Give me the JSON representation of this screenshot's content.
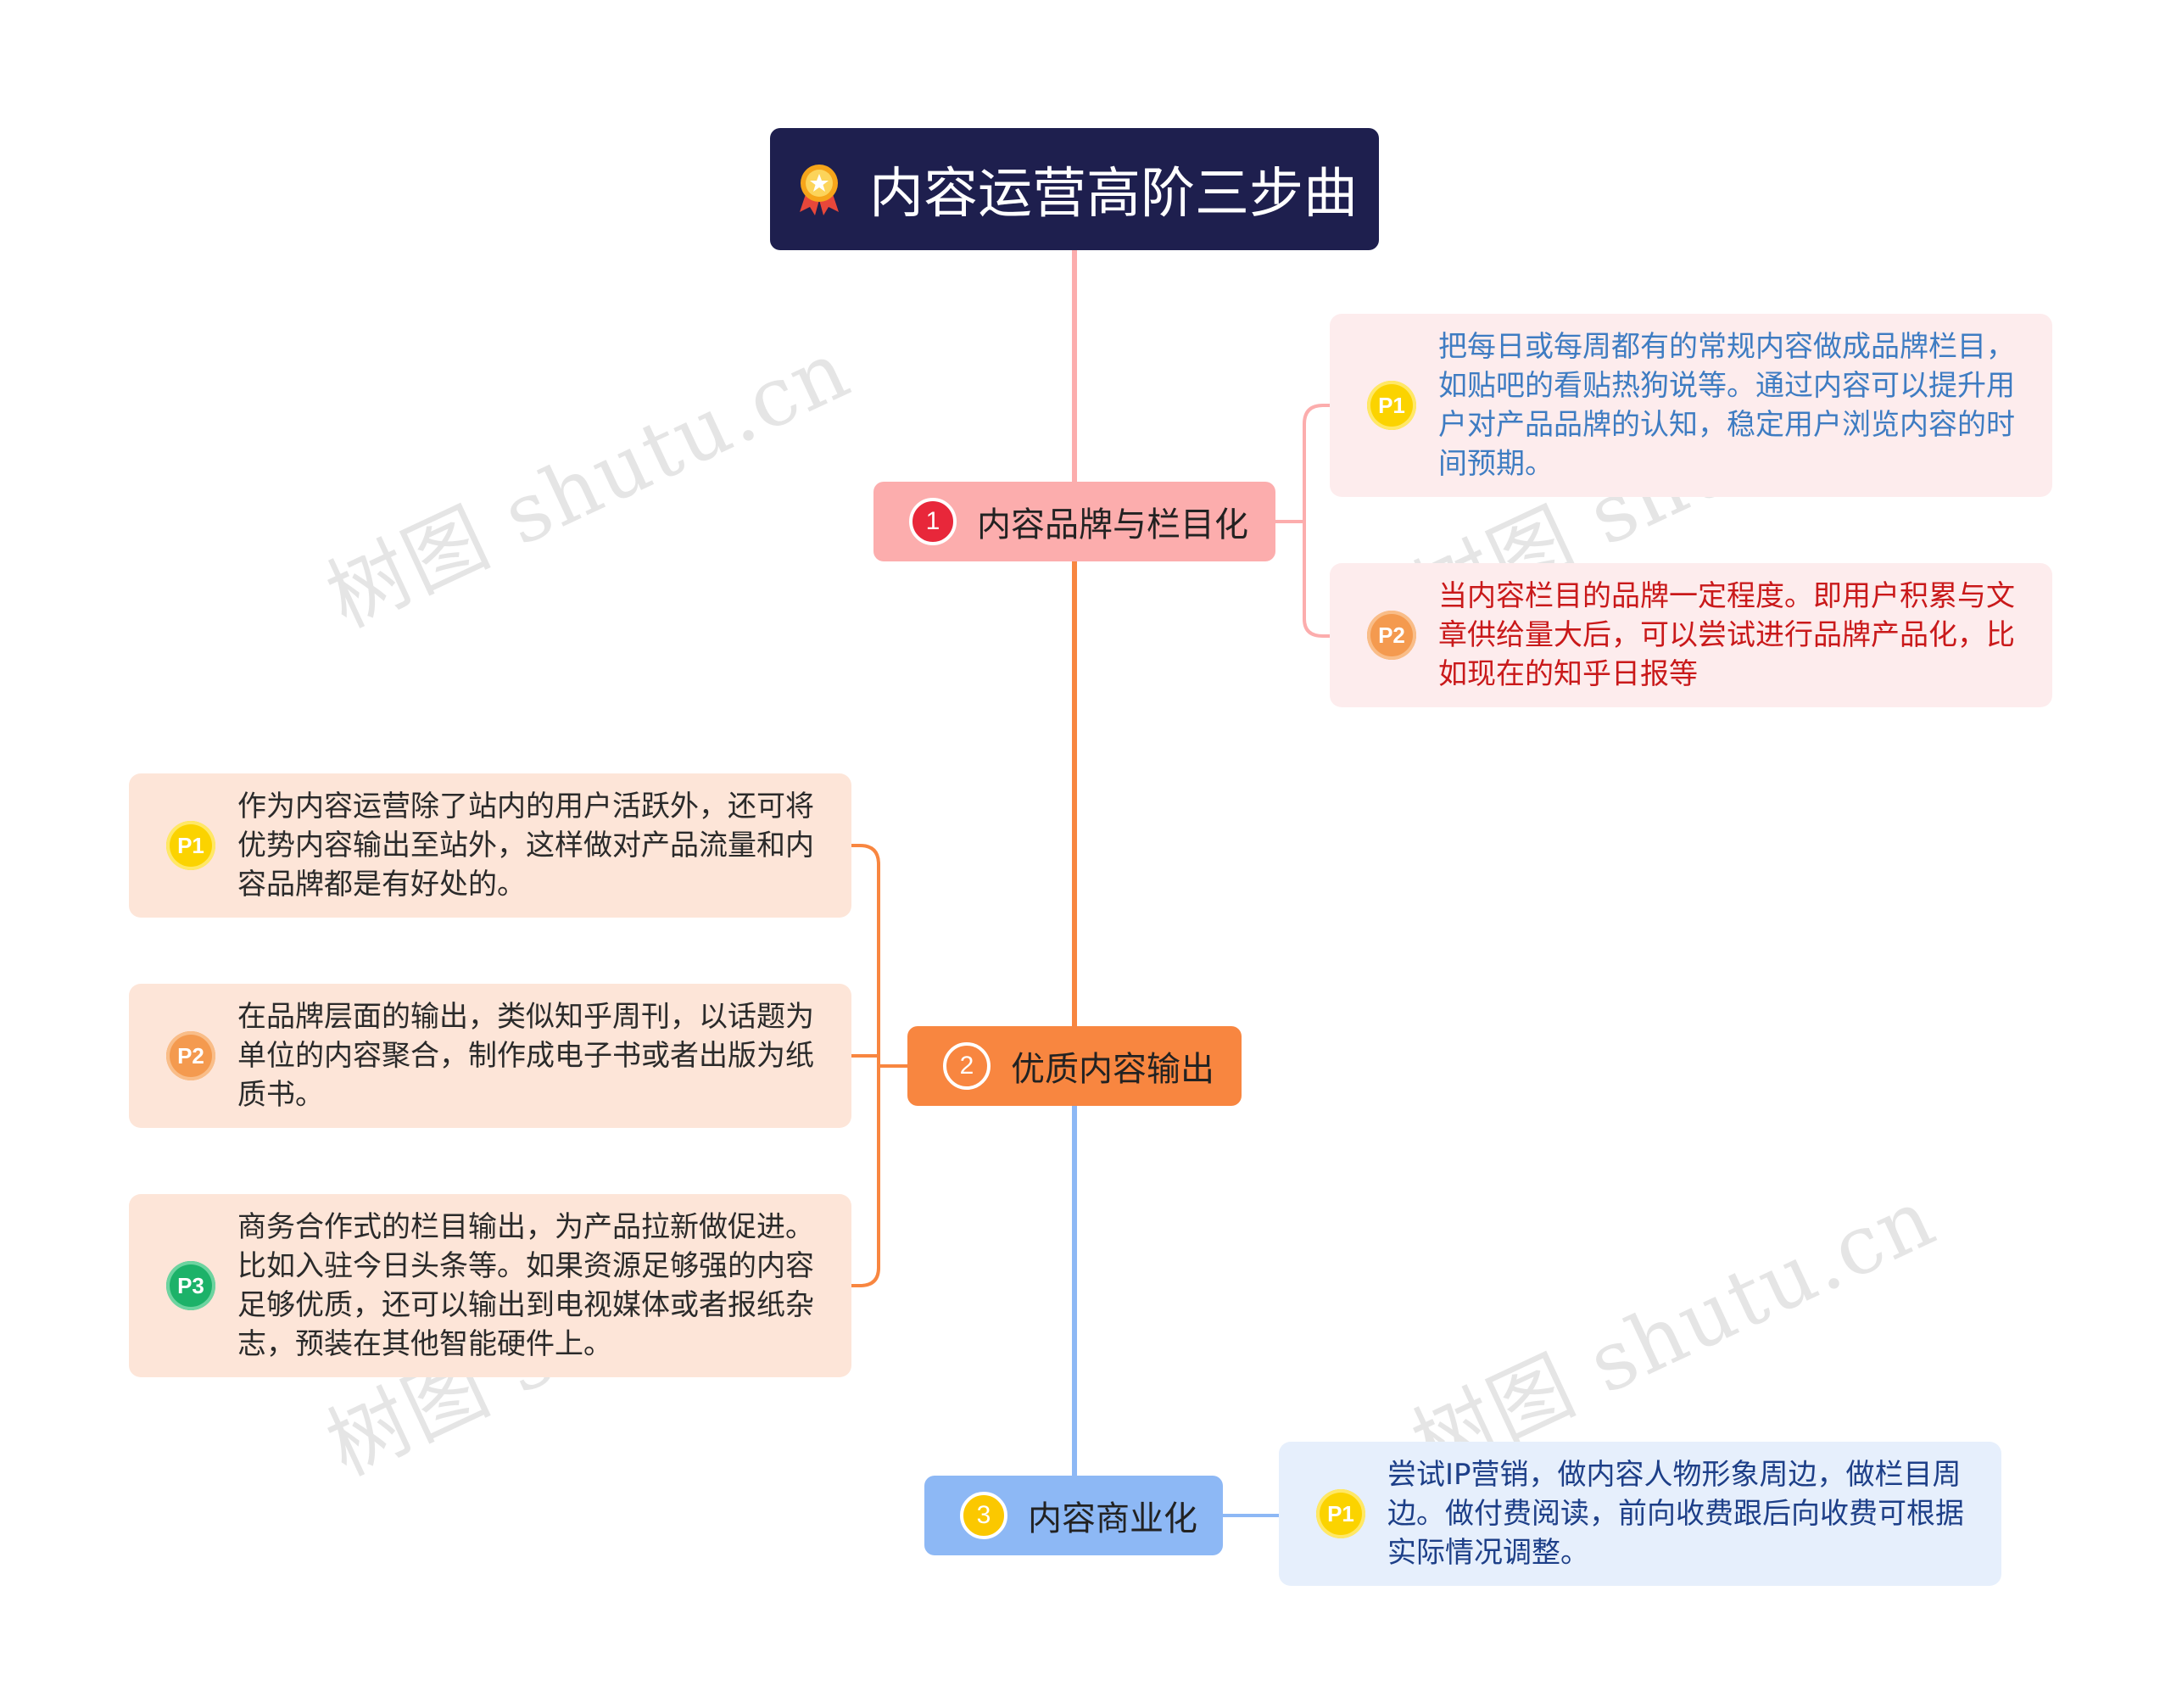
{
  "title": "内容运营高阶三步曲",
  "colors": {
    "root_bg": "#1e1f4e",
    "branch1": "#fcadad",
    "branch2": "#f88640",
    "branch3": "#8db8f5"
  },
  "watermark": "树图 shutu.cn",
  "branches": [
    {
      "num": "1",
      "label": "内容品牌与栏目化",
      "leaves": [
        {
          "tag": "P1",
          "text": "把每日或每周都有的常规内容做成品牌栏目，如贴吧的看贴热狗说等。通过内容可以提升用户对产品品牌的认知，稳定用户浏览内容的时间预期。"
        },
        {
          "tag": "P2",
          "text": "当内容栏目的品牌一定程度。即用户积累与文章供给量大后，可以尝试进行品牌产品化，比如现在的知乎日报等"
        }
      ]
    },
    {
      "num": "2",
      "label": "优质内容输出",
      "leaves": [
        {
          "tag": "P1",
          "text": "作为内容运营除了站内的用户活跃外，还可将优势内容输出至站外，这样做对产品流量和内容品牌都是有好处的。"
        },
        {
          "tag": "P2",
          "text": "在品牌层面的输出，类似知乎周刊，以话题为单位的内容聚合，制作成电子书或者出版为纸质书。"
        },
        {
          "tag": "P3",
          "text": "商务合作式的栏目输出，为产品拉新做促进。比如入驻今日头条等。如果资源足够强的内容足够优质，还可以输出到电视媒体或者报纸杂志，预装在其他智能硬件上。"
        }
      ]
    },
    {
      "num": "3",
      "label": "内容商业化",
      "leaves": [
        {
          "tag": "P1",
          "text": "尝试IP营销，做内容人物形象周边，做栏目周边。做付费阅读，前向收费跟后向收费可根据实际情况调整。"
        }
      ]
    }
  ]
}
